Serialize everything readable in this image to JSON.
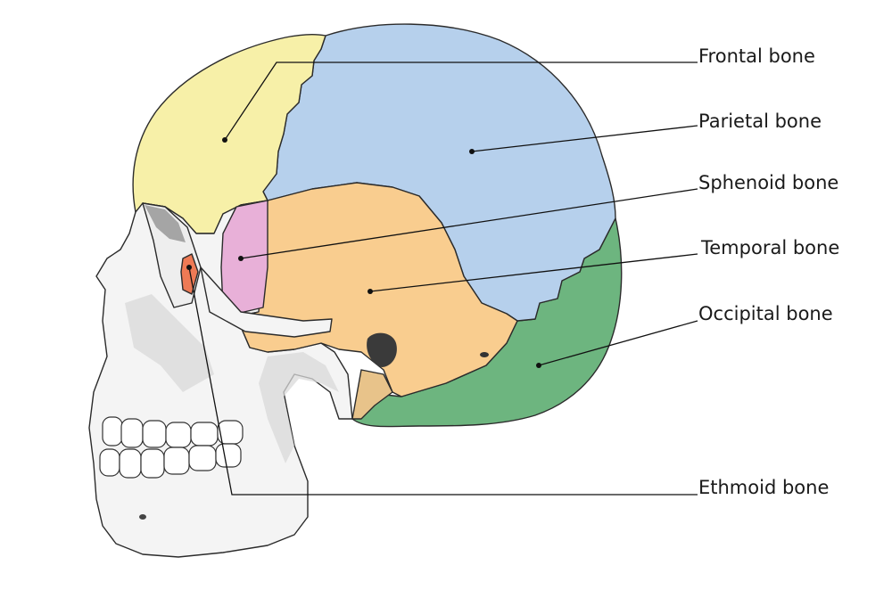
{
  "labels": {
    "frontal": "Frontal bone",
    "parietal": "Parietal bone",
    "sphenoid": "Sphenoid bone",
    "temporal": "Temporal bone",
    "occipital": "Occipital bone",
    "ethmoid": "Ethmoid bone"
  },
  "colors": {
    "frontal": "#f7f0a8",
    "parietal": "#b6d0ec",
    "sphenoid": "#e8b0d8",
    "temporal": "#f9cd8f",
    "occipital": "#6db57f",
    "ethmoid": "#ee7a55",
    "face": "#f4f4f4"
  }
}
